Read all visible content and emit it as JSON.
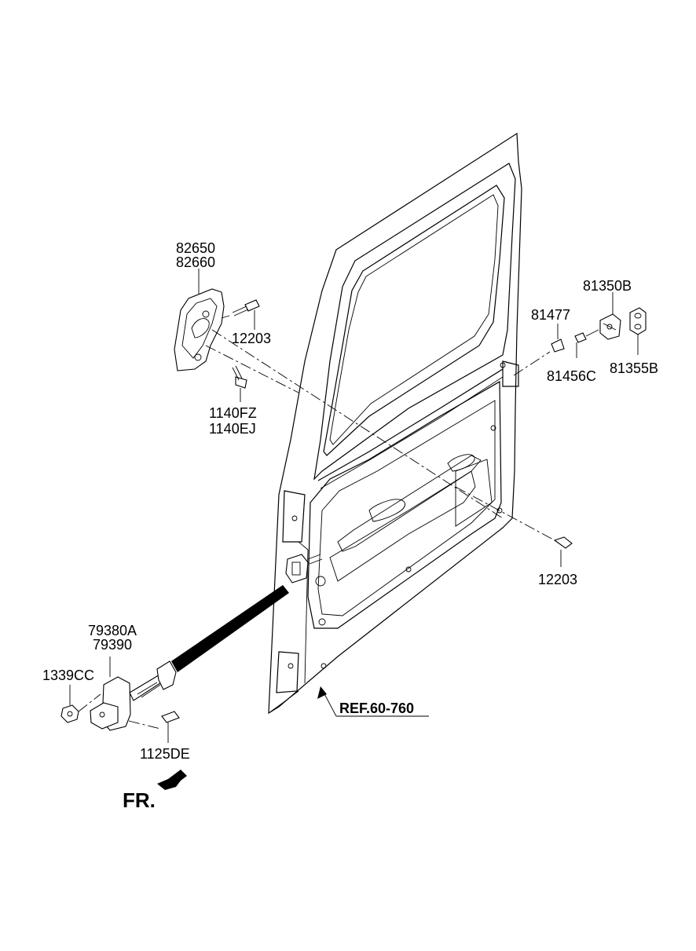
{
  "diagram": {
    "labels": {
      "handle_a": "82650",
      "handle_b": "82660",
      "screw_top": "12203",
      "bolt_a": "1140FZ",
      "bolt_b": "1140EJ",
      "bolt_small": "81477",
      "striker_a": "81350B",
      "screw_small": "81456C",
      "shim": "81355B",
      "screw_right": "12203",
      "checker_a": "79380A",
      "checker_b": "79390",
      "nut": "1339CC",
      "bolt_checker": "1125DE",
      "reference": "REF.60-760",
      "front": "FR."
    }
  }
}
